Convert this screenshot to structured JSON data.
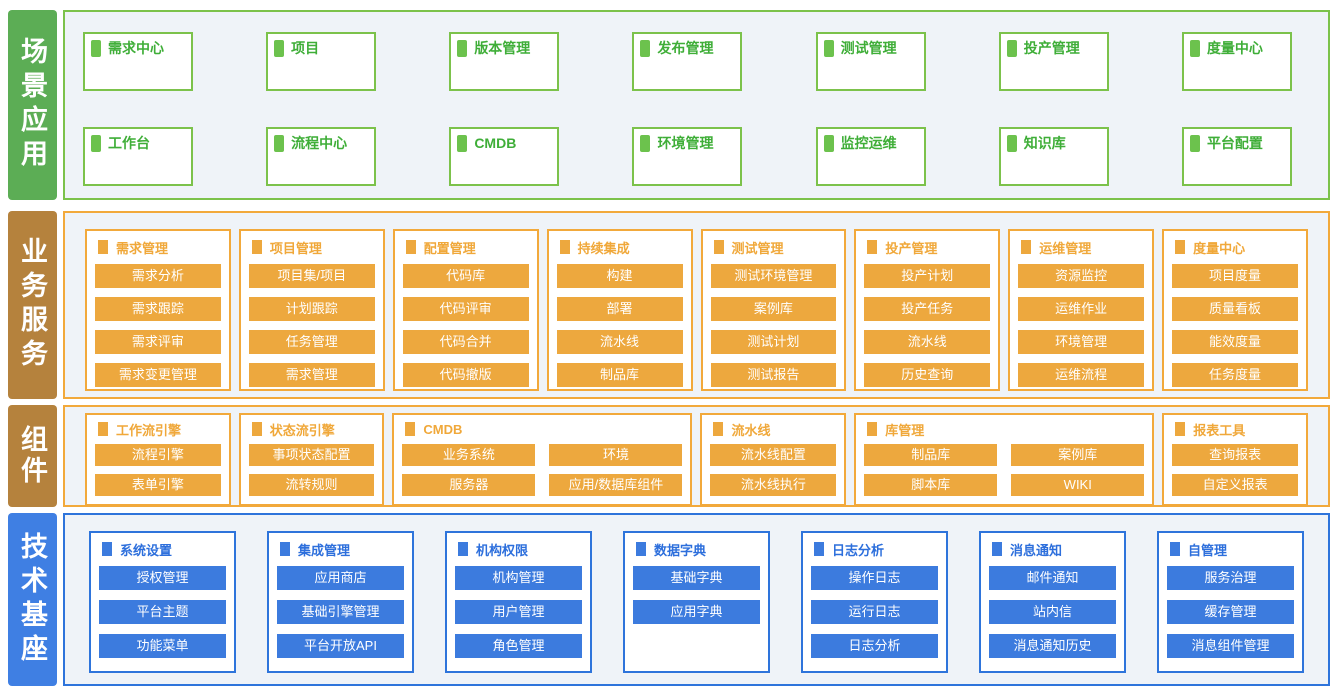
{
  "colors": {
    "green_label": "#5CAD55",
    "green_border": "#7CC24B",
    "green_text": "#3FAE38",
    "brown_label": "#B5823D",
    "orange_border": "#F2A93B",
    "orange_fill": "#EDA83E",
    "blue_label": "#3F7FE3",
    "blue_border": "#2E74DB",
    "blue_fill": "#3C7BDE",
    "panel_bg": "#EFF3F8"
  },
  "bands": {
    "scenario": {
      "label": "场景应用",
      "rows": [
        [
          "需求中心",
          "项目",
          "版本管理",
          "发布管理",
          "测试管理",
          "投产管理",
          "度量中心"
        ],
        [
          "工作台",
          "流程中心",
          "CMDB",
          "环境管理",
          "监控运维",
          "知识库",
          "平台配置"
        ]
      ]
    },
    "business": {
      "label": "业务服务",
      "groups": [
        {
          "title": "需求管理",
          "items": [
            "需求分析",
            "需求跟踪",
            "需求评审",
            "需求变更管理"
          ]
        },
        {
          "title": "项目管理",
          "items": [
            "项目集/项目",
            "计划跟踪",
            "任务管理",
            "需求管理"
          ]
        },
        {
          "title": "配置管理",
          "items": [
            "代码库",
            "代码评审",
            "代码合并",
            "代码撤版"
          ]
        },
        {
          "title": "持续集成",
          "items": [
            "构建",
            "部署",
            "流水线",
            "制品库"
          ]
        },
        {
          "title": "测试管理",
          "items": [
            "测试环境管理",
            "案例库",
            "测试计划",
            "测试报告"
          ]
        },
        {
          "title": "投产管理",
          "items": [
            "投产计划",
            "投产任务",
            "流水线",
            "历史查询"
          ]
        },
        {
          "title": "运维管理",
          "items": [
            "资源监控",
            "运维作业",
            "环境管理",
            "运维流程"
          ]
        },
        {
          "title": "度量中心",
          "items": [
            "项目度量",
            "质量看板",
            "能效度量",
            "任务度量"
          ]
        }
      ]
    },
    "components": {
      "label": "组件",
      "groups": [
        {
          "title": "工作流引擎",
          "items": [
            "流程引擎",
            "表单引擎"
          ]
        },
        {
          "title": "状态流引擎",
          "items": [
            "事项状态配置",
            "流转规则"
          ]
        },
        {
          "title": "CMDB",
          "items": [
            "业务系统",
            "环境",
            "服务器",
            "应用/数据库组件"
          ]
        },
        {
          "title": "流水线",
          "items": [
            "流水线配置",
            "流水线执行"
          ]
        },
        {
          "title": "库管理",
          "items": [
            "制品库",
            "案例库",
            "脚本库",
            "WIKI"
          ]
        },
        {
          "title": "报表工具",
          "items": [
            "查询报表",
            "自定义报表"
          ]
        }
      ]
    },
    "tech": {
      "label": "技术基座",
      "groups": [
        {
          "title": "系统设置",
          "items": [
            "授权管理",
            "平台主题",
            "功能菜单"
          ]
        },
        {
          "title": "集成管理",
          "items": [
            "应用商店",
            "基础引擎管理",
            "平台开放API"
          ]
        },
        {
          "title": "机构权限",
          "items": [
            "机构管理",
            "用户管理",
            "角色管理"
          ]
        },
        {
          "title": "数据字典",
          "items": [
            "基础字典",
            "应用字典"
          ]
        },
        {
          "title": "日志分析",
          "items": [
            "操作日志",
            "运行日志",
            "日志分析"
          ]
        },
        {
          "title": "消息通知",
          "items": [
            "邮件通知",
            "站内信",
            "消息通知历史"
          ]
        },
        {
          "title": "自管理",
          "items": [
            "服务治理",
            "缓存管理",
            "消息组件管理"
          ]
        }
      ]
    }
  }
}
